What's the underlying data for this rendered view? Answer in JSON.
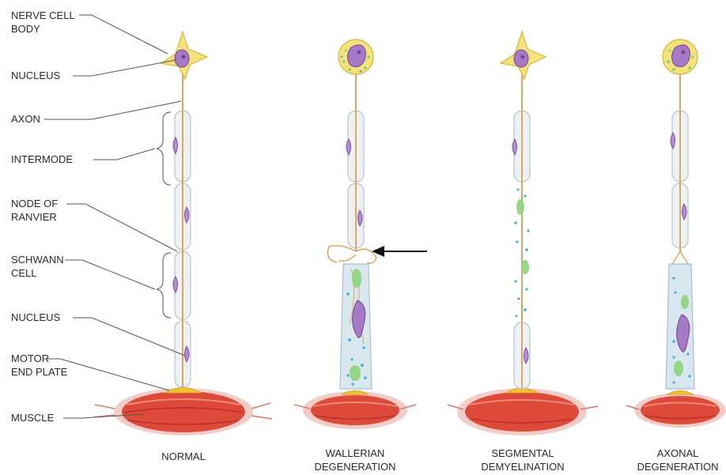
{
  "labels": {
    "nerve_cell_body": [
      "NERVE CELL",
      "BODY"
    ],
    "nucleus_top": "NUCLEUS",
    "axon": "AXON",
    "intermode": "INTERMODE",
    "node_of_ranvier": [
      "NODE OF",
      "RANVIER"
    ],
    "schwann_cell": [
      "SCHWANN",
      "CELL"
    ],
    "nucleus_bottom": "NUCLEUS",
    "motor_end_plate": [
      "MOTOR",
      "END PLATE"
    ],
    "muscle": "MUSCLE"
  },
  "captions": {
    "normal": "NORMAL",
    "wallerian": [
      "WALLERIAN",
      "DEGENERATION"
    ],
    "segmental": [
      "SEGMENTAL",
      "DEMYELINATION"
    ],
    "axonal": [
      "AXONAL",
      "DEGENERATION"
    ]
  },
  "colors": {
    "cell_body": "#f6e27a",
    "cell_body_stroke": "#d8b640",
    "nucleus": "#a879c6",
    "nucleus_stroke": "#6f4692",
    "axon": "#d9a860",
    "myelin_fill": "#eef1f3",
    "myelin_stroke": "#b9c3c8",
    "schwann_nucleus": "#b58bd3",
    "muscle": "#de4a3a",
    "muscle_dark": "#b9302a",
    "end_plate": "#f2c230",
    "debris_green": "#8dd37a",
    "debris_blue": "#3fb3d0",
    "degen_sheath": "#d8e6ef",
    "arrow": "#111111"
  }
}
